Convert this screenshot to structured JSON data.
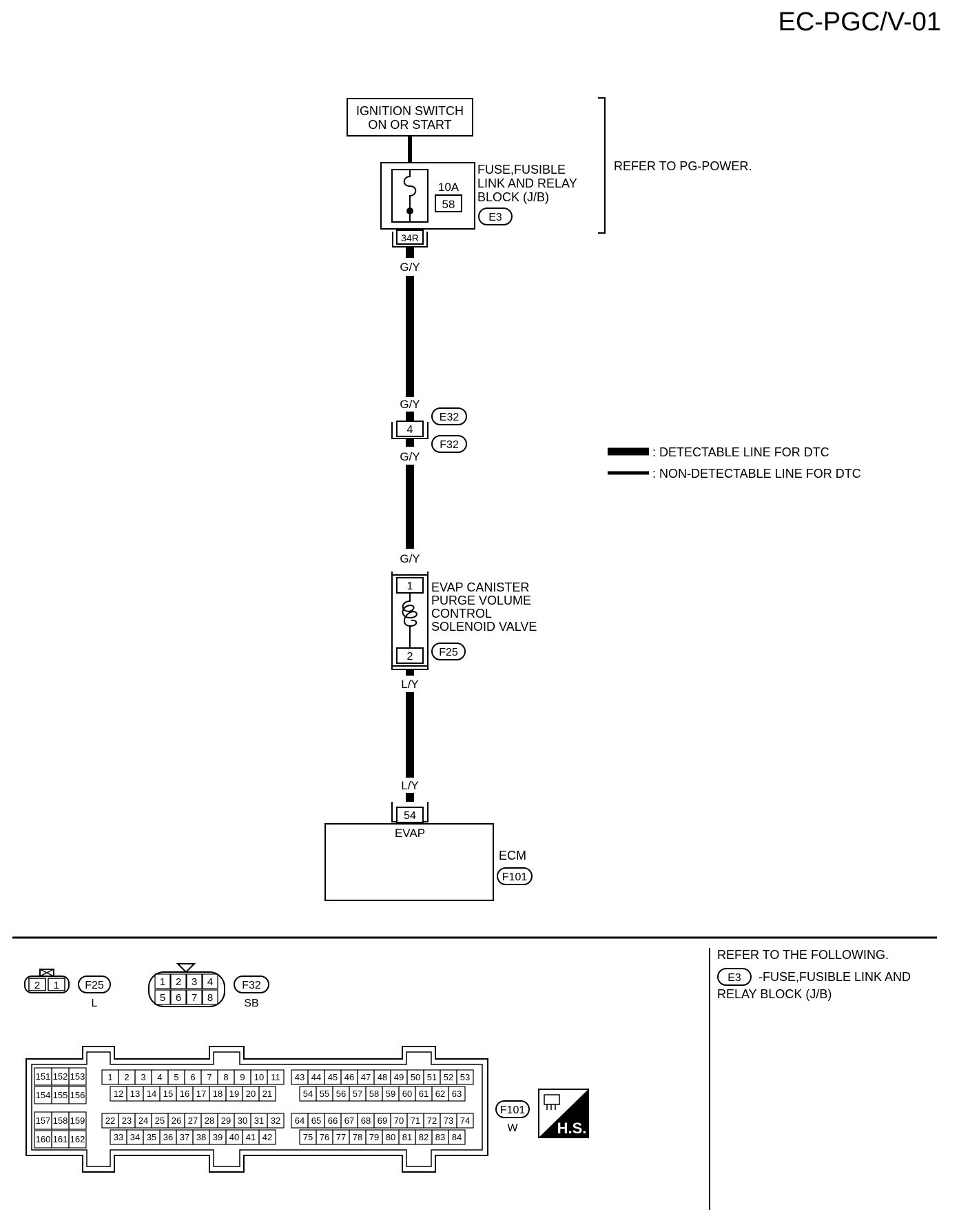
{
  "page": {
    "code": "EC-PGC/V-01"
  },
  "ignition": {
    "line1": "IGNITION SWITCH",
    "line2": "ON OR START"
  },
  "fuse_block": {
    "rating": "10A",
    "number": "58",
    "terminal": "34R",
    "label_lines": [
      "FUSE,FUSIBLE",
      "LINK AND RELAY",
      "BLOCK (J/B)"
    ],
    "connector": "E3"
  },
  "refer_power": "REFER TO PG-POWER.",
  "wires": {
    "gy": "G/Y",
    "ly": "L/Y"
  },
  "joint": {
    "terminal": "4",
    "upper_connector": "E32",
    "lower_connector": "F32"
  },
  "legend": [
    {
      "text": ": DETECTABLE LINE FOR DTC",
      "style": "thick"
    },
    {
      "text": ": NON-DETECTABLE LINE FOR DTC",
      "style": "thin"
    }
  ],
  "solenoid": {
    "label_lines": [
      "EVAP CANISTER",
      "PURGE VOLUME",
      "CONTROL",
      "SOLENOID VALVE"
    ],
    "terminal_top": "1",
    "terminal_bottom": "2",
    "connector": "F25"
  },
  "ecm": {
    "terminal": "54",
    "signal": "EVAP",
    "label": "ECM",
    "connector": "F101"
  },
  "refer_following": {
    "title": "REFER TO THE FOLLOWING.",
    "connector": "E3",
    "line1": "-FUSE,FUSIBLE LINK AND",
    "line2": "RELAY BLOCK (J/B)"
  },
  "connector_f25": {
    "id": "F25",
    "color": "L",
    "pins": [
      "2",
      "1"
    ]
  },
  "connector_f32": {
    "id": "F32",
    "color": "SB",
    "pins_top": [
      "1",
      "2",
      "3",
      "4"
    ],
    "pins_bottom": [
      "5",
      "6",
      "7",
      "8"
    ]
  },
  "connector_f101": {
    "id": "F101",
    "color": "W",
    "badge": "H.S.",
    "block_a": [
      [
        "151",
        "152",
        "153"
      ],
      [
        "154",
        "155",
        "156"
      ],
      [
        "157",
        "158",
        "159"
      ],
      [
        "160",
        "161",
        "162"
      ]
    ],
    "block_b": {
      "row1": [
        "1",
        "2",
        "3",
        "4",
        "5",
        "6",
        "7",
        "8",
        "9",
        "10",
        "11"
      ],
      "row2": [
        "12",
        "13",
        "14",
        "15",
        "16",
        "17",
        "18",
        "19",
        "20",
        "21"
      ],
      "row3": [
        "22",
        "23",
        "24",
        "25",
        "26",
        "27",
        "28",
        "29",
        "30",
        "31",
        "32"
      ],
      "row4": [
        "33",
        "34",
        "35",
        "36",
        "37",
        "38",
        "39",
        "40",
        "41",
        "42"
      ]
    },
    "block_c": {
      "row1": [
        "43",
        "44",
        "45",
        "46",
        "47",
        "48",
        "49",
        "50",
        "51",
        "52",
        "53"
      ],
      "row2": [
        "54",
        "55",
        "56",
        "57",
        "58",
        "59",
        "60",
        "61",
        "62",
        "63"
      ],
      "row3": [
        "64",
        "65",
        "66",
        "67",
        "68",
        "69",
        "70",
        "71",
        "72",
        "73",
        "74"
      ],
      "row4": [
        "75",
        "76",
        "77",
        "78",
        "79",
        "80",
        "81",
        "82",
        "83",
        "84"
      ]
    }
  }
}
